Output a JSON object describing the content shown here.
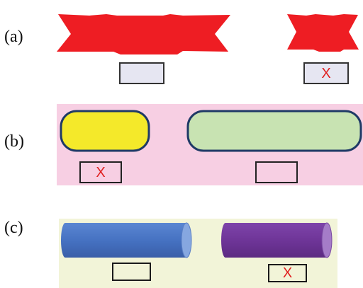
{
  "panels": [
    {
      "label": "(a)",
      "colors": {
        "shape_fill": "#ee1d23",
        "shape_shadow": "#b01318",
        "box_fill": "#e6e6f2"
      },
      "items": [
        {
          "shape": "ribbon-banner",
          "mark": ""
        },
        {
          "shape": "ribbon-banner",
          "mark": "X"
        }
      ]
    },
    {
      "label": "(b)",
      "colors": {
        "background": "#f7cfe3",
        "outline": "#1f3a66",
        "left_fill": "#f4e92a",
        "right_fill": "#c8e3b2"
      },
      "items": [
        {
          "shape": "rounded-rectangle",
          "mark": "X"
        },
        {
          "shape": "rounded-rectangle",
          "mark": ""
        }
      ]
    },
    {
      "label": "(c)",
      "colors": {
        "background": "#f2f4d8",
        "left_fill": "#4470c0",
        "right_fill": "#6d3496"
      },
      "items": [
        {
          "shape": "cylinder",
          "mark": ""
        },
        {
          "shape": "cylinder",
          "mark": "X"
        }
      ]
    }
  ],
  "mark_color": "#e02020"
}
